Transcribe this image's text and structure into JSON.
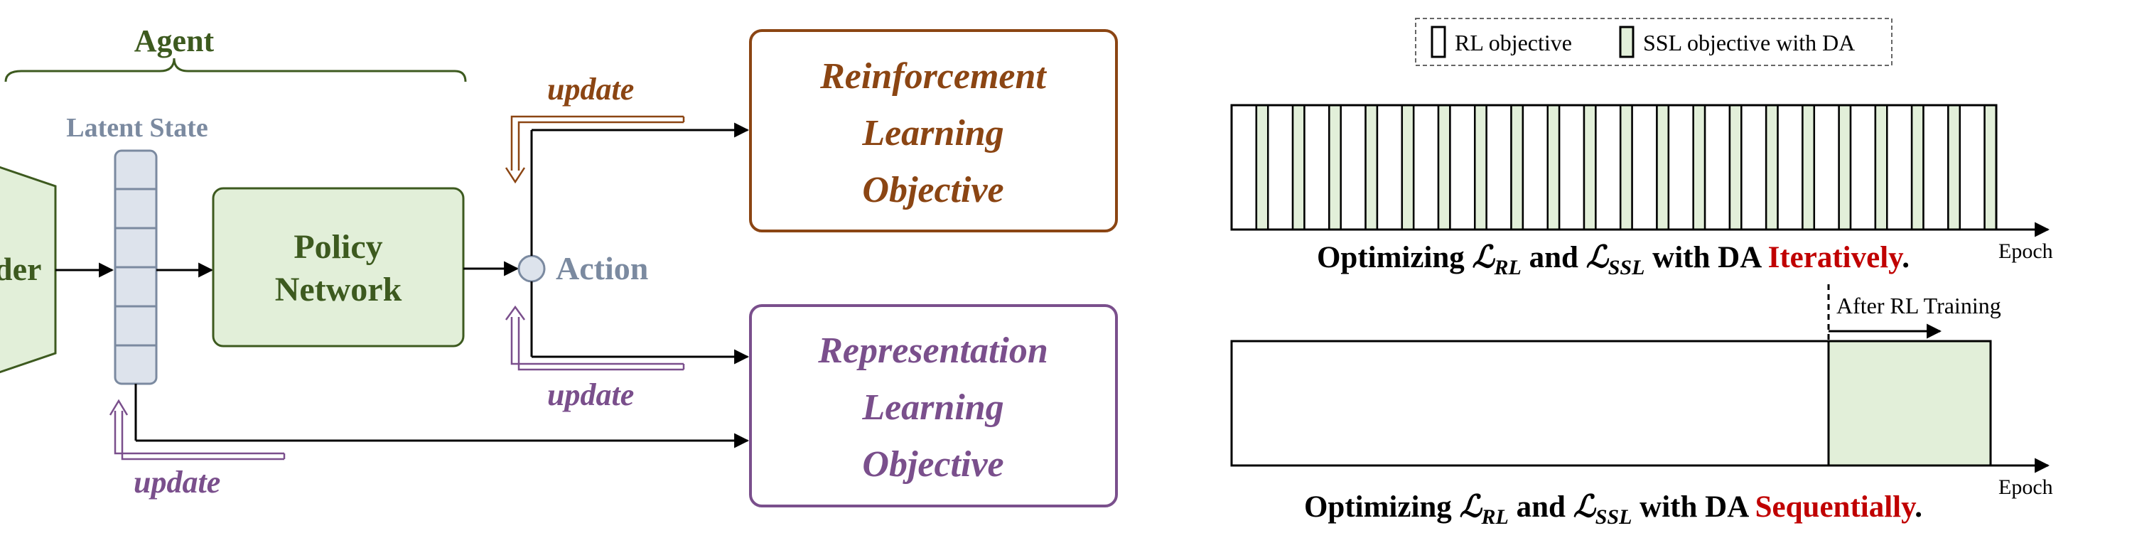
{
  "colors": {
    "agent_green": "#3d5a1f",
    "green_fill": "#e2efd9",
    "green_stroke": "#3d5a1f",
    "latent_gray": "#7b8aa0",
    "latent_fill": "#dde3ec",
    "rl_brown": "#8b4513",
    "repr_purple": "#7a4f8c",
    "highlight_red": "#c00000",
    "black": "#000000"
  },
  "left": {
    "agent_label": "Agent",
    "encoder_fragment": "der",
    "latent_state_label": "Latent State",
    "policy_line1": "Policy",
    "policy_line2": "Network",
    "action_label": "Action",
    "update_label": "update",
    "rl_box": [
      "Reinforcement",
      "Learning",
      "Objective"
    ],
    "repr_box": [
      "Representation",
      "Learning",
      "Objective"
    ]
  },
  "right": {
    "legend": {
      "rl": "RL objective",
      "ssl": "SSL objective with DA"
    },
    "epoch_label": "Epoch",
    "after_rl_label": "After RL Training",
    "caption_prefix": "Optimizing",
    "caption_and": "and",
    "caption_with": "with DA",
    "caption_iter": "Iteratively",
    "caption_seq": "Sequentially",
    "period": ".",
    "loss_symbol": "ℒ",
    "sub_rl": "RL",
    "sub_ssl": "SSL"
  }
}
